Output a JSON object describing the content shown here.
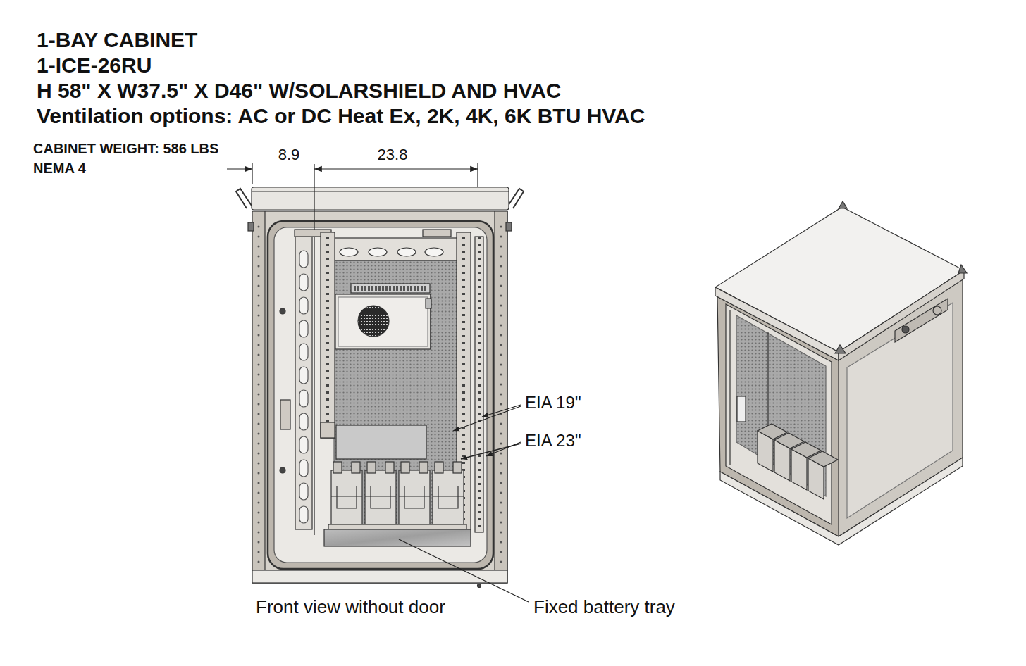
{
  "diagram": {
    "title": "1-BAY CABINET",
    "labels": [
      "1-ICE-26RU",
      "H 58\" X W37.5\" X D46\" W/SOLARSHIELD AND HVAC",
      "Ventilation options: AC or DC Heat Ex, 2K, 4K, 6K BTU HVAC",
      "CABINET WEIGHT: 586 LBS",
      "NEMA 4",
      "8.9",
      "23.8",
      "EIA 19''",
      "EIA 23''",
      "Front view without door",
      "Fixed battery tray"
    ]
  }
}
